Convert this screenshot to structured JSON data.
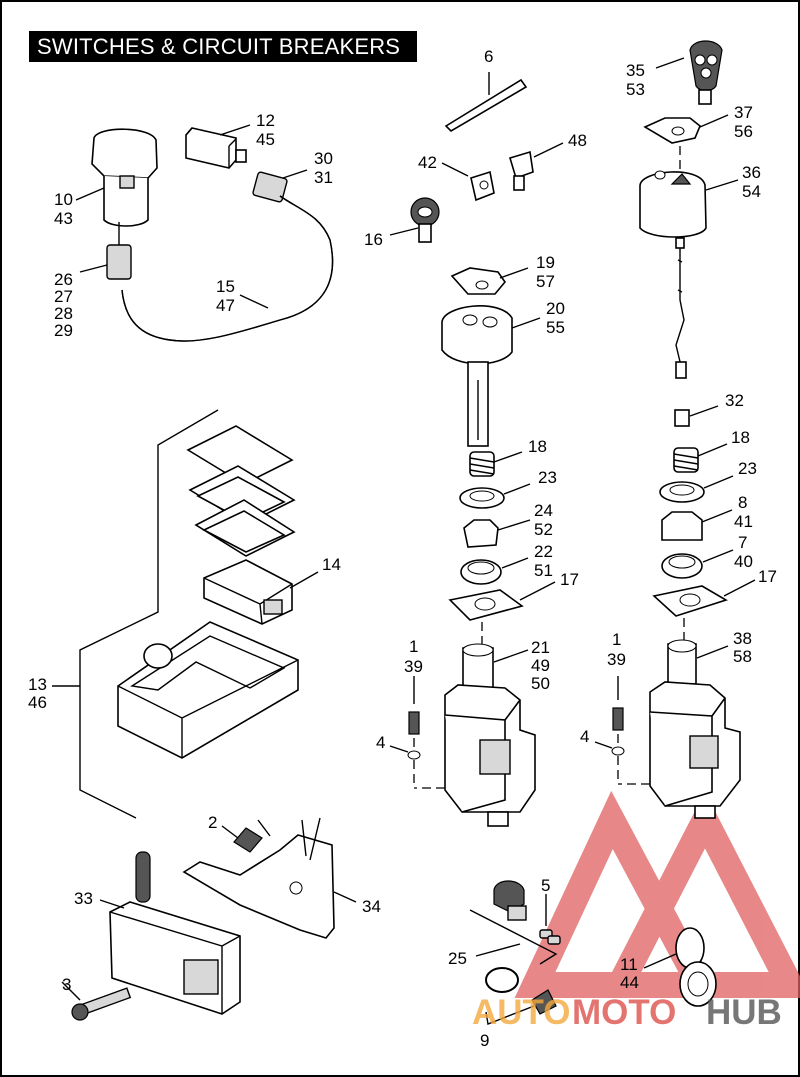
{
  "title": "SWITCHES & CIRCUIT BREAKERS",
  "callouts": {
    "c6": "6",
    "c35": "35",
    "c53": "53",
    "c12": "12",
    "c45": "45",
    "c37": "37",
    "c56": "56",
    "c10": "10",
    "c43": "43",
    "c30": "30",
    "c31": "31",
    "c42": "42",
    "c48": "48",
    "c36": "36",
    "c54": "54",
    "c16": "16",
    "c26": "26",
    "c27": "27",
    "c28": "28",
    "c29": "29",
    "c19": "19",
    "c57": "57",
    "c15": "15",
    "c47": "47",
    "c20": "20",
    "c55": "55",
    "c32": "32",
    "c18a": "18",
    "c18b": "18",
    "c23a": "23",
    "c23b": "23",
    "c24": "24",
    "c52": "52",
    "c8": "8",
    "c41": "41",
    "c22": "22",
    "c51": "51",
    "c7": "7",
    "c40": "40",
    "c14": "14",
    "c17a": "17",
    "c17b": "17",
    "c1a": "1",
    "c39a": "39",
    "c21": "21",
    "c49": "49",
    "c50": "50",
    "c1b": "1",
    "c39b": "39",
    "c38": "38",
    "c58": "58",
    "c13": "13",
    "c46": "46",
    "c4a": "4",
    "c4b": "4",
    "c2": "2",
    "c33": "33",
    "c34": "34",
    "c5": "5",
    "c25": "25",
    "c11": "11",
    "c44": "44",
    "c3": "3",
    "c9": "9"
  },
  "watermark": {
    "part1": "AUTO",
    "part2": "MOTO",
    "part3": "HUB",
    "colors": {
      "auto": "#f2a93c",
      "moto": "#d9453f",
      "hub": "#555555"
    }
  },
  "colors": {
    "ink": "#000000",
    "paper": "#ffffff",
    "title_bg": "#000000",
    "title_fg": "#ffffff"
  }
}
